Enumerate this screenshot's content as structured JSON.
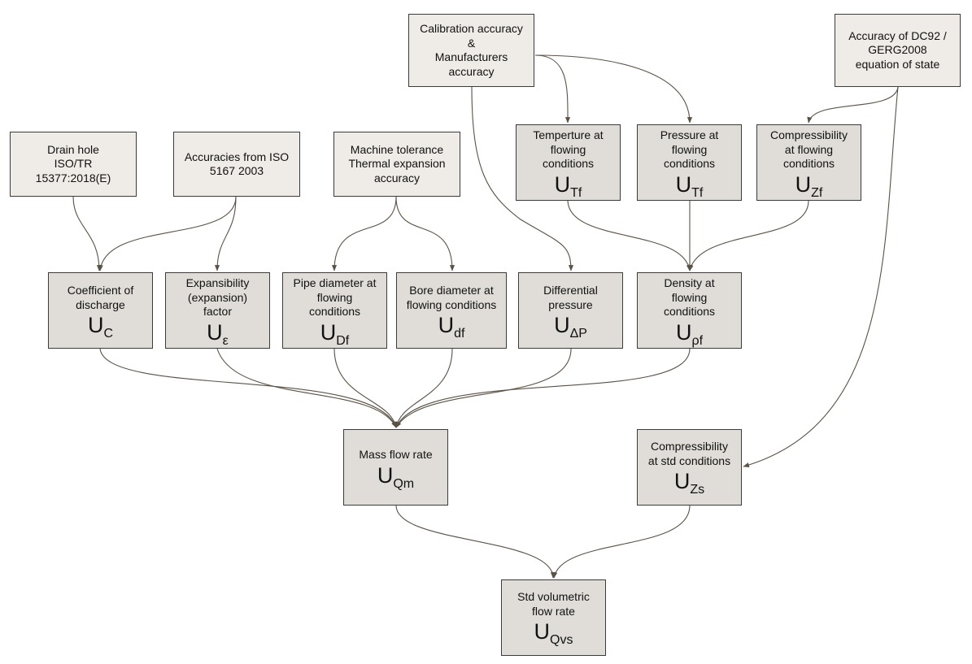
{
  "nodes": {
    "drain_hole": {
      "label": "Drain hole\nISO/TR\n15377:2018(E)"
    },
    "iso5167": {
      "label": "Accuracies from ISO\n5167 2003"
    },
    "machine_tol": {
      "label": "Machine tolerance\nThermal expansion\naccuracy"
    },
    "calibration": {
      "label": "Calibration accuracy\n&\nManufacturers\naccuracy"
    },
    "dc92": {
      "label": "Accuracy of DC92 /\nGERG2008\nequation of state"
    },
    "temp_flow": {
      "label": "Temperture at\nflowing\nconditions",
      "sym": "U",
      "sub": "Tf"
    },
    "press_flow": {
      "label": "Pressure at\nflowing\nconditions",
      "sym": "U",
      "sub": "Tf"
    },
    "comp_flow": {
      "label": "Compressibility\nat flowing\nconditions",
      "sym": "U",
      "sub": "Zf"
    },
    "coef_discharge": {
      "label": "Coefficient of\ndischarge",
      "sym": "U",
      "sub": "C"
    },
    "expansibility": {
      "label": "Expansibility\n(expansion)\nfactor",
      "sym": "U",
      "sub": "ε"
    },
    "pipe_diam": {
      "label": "Pipe diameter at\nflowing\nconditions",
      "sym": "U",
      "sub": "Df"
    },
    "bore_diam": {
      "label": "Bore diameter at\nflowing conditions",
      "sym": "U",
      "sub": "df"
    },
    "diff_press": {
      "label": "Differential\npressure",
      "sym": "U",
      "sub": "ΔP"
    },
    "density": {
      "label": "Density at\nflowing\nconditions",
      "sym": "U",
      "sub": "ρf"
    },
    "mass_flow": {
      "label": "Mass flow rate",
      "sym": "U",
      "sub": "Qm"
    },
    "comp_std": {
      "label": "Compressibility\nat std conditions",
      "sym": "U",
      "sub": "Zs"
    },
    "std_vol": {
      "label": "Std volumetric\nflow rate",
      "sym": "U",
      "sub": "Qvs"
    }
  },
  "colors": {
    "source_fill": "#efebe6",
    "uncertainty_fill": "#e0ddd8",
    "edge": "#5a5246",
    "border": "#3b3b3b"
  }
}
